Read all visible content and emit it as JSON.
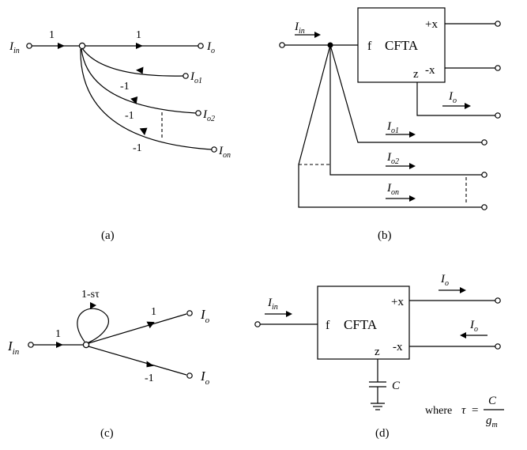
{
  "panels": {
    "a": {
      "caption": "(a)",
      "input": "I",
      "input_sub": "in",
      "gain_in": "1",
      "gain_out": "1",
      "output": "I",
      "output_sub": "o",
      "branch_gain": "-1",
      "branches": [
        {
          "name": "I",
          "sub": "o1"
        },
        {
          "name": "I",
          "sub": "o2"
        },
        {
          "name": "I",
          "sub": "on"
        }
      ]
    },
    "b": {
      "caption": "(b)",
      "block": "CFTA",
      "pin_f": "f",
      "pin_z": "z",
      "pin_px": "+x",
      "pin_nx": "-x",
      "input": "I",
      "input_sub": "in",
      "output": "I",
      "output_sub": "o",
      "branches": [
        {
          "name": "I",
          "sub": "o1"
        },
        {
          "name": "I",
          "sub": "o2"
        },
        {
          "name": "I",
          "sub": "on"
        }
      ]
    },
    "c": {
      "caption": "(c)",
      "input": "I",
      "input_sub": "in",
      "gain_in": "1",
      "self_loop_gain": "1-sτ",
      "gain_top": "1",
      "gain_bottom": "-1",
      "output_top": "I",
      "output_top_sub": "o",
      "output_bottom": "I",
      "output_bottom_sub": "o"
    },
    "d": {
      "caption": "(d)",
      "block": "CFTA",
      "pin_f": "f",
      "pin_z": "z",
      "pin_px": "+x",
      "pin_nx": "-x",
      "input": "I",
      "input_sub": "in",
      "output_top": "I",
      "output_top_sub": "o",
      "output_bottom": "I",
      "output_bottom_sub": "o",
      "capacitor": "C",
      "where_label": "where",
      "tau": "τ",
      "equals": "=",
      "frac_num": "C",
      "frac_den": "g",
      "frac_den_sub": "m"
    }
  }
}
